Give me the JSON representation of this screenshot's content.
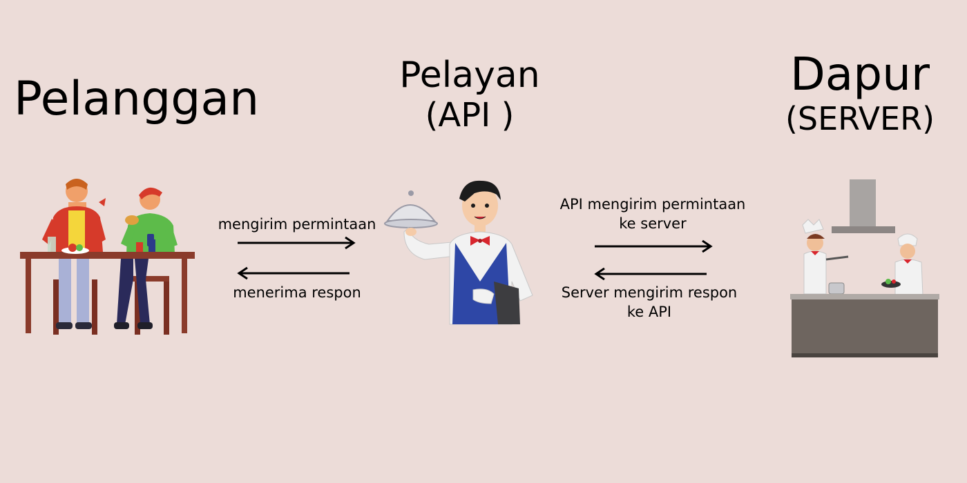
{
  "customer": {
    "title": "Pelanggan"
  },
  "waiter": {
    "title": "Pelayan",
    "subtitle": "(API )"
  },
  "kitchen": {
    "title": "Dapur",
    "subtitle": "(SERVER)"
  },
  "flows": {
    "customer_to_waiter": "mengirim permintaan",
    "waiter_to_customer": "menerima respon",
    "api_to_server_line1": "API mengirim permintaan",
    "api_to_server_line2": "ke server",
    "server_to_api_line1": "Server mengirim respon",
    "server_to_api_line2": "ke API"
  },
  "colors": {
    "background": "#ecdcd8",
    "table": "#8a3b2b",
    "apron_blue": "#2e47a6",
    "bowtie_red": "#d8262e",
    "counter_gray": "#6e655f"
  },
  "icons": [
    "customers-at-table-illustration",
    "waiter-with-cloche-illustration",
    "kitchen-chefs-illustration"
  ]
}
